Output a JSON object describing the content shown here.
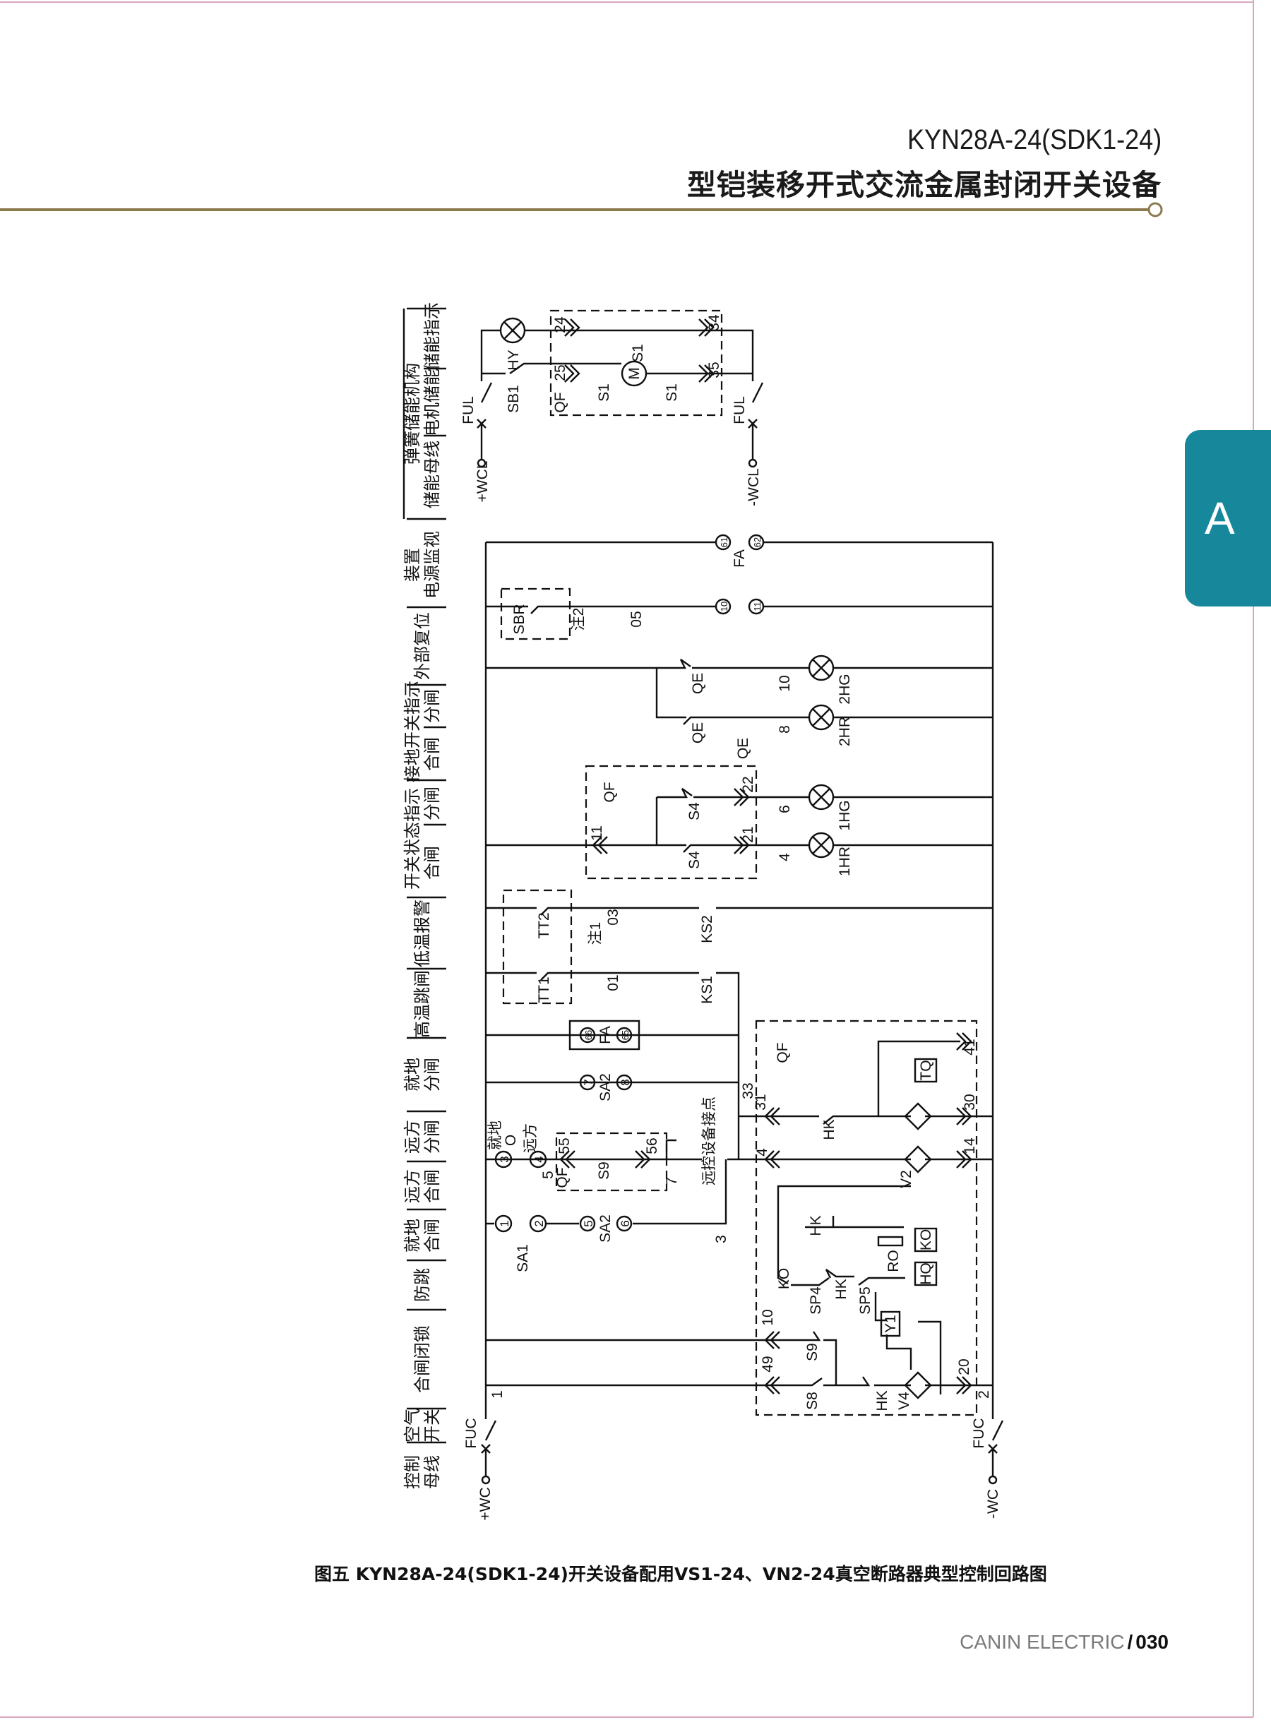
{
  "header": {
    "model": "KYN28A-24(SDK1-24)",
    "title": "型铠装移开式交流金属封闭开关设备"
  },
  "side_tab": {
    "label": "A",
    "color": "#17889b"
  },
  "caption": "图五 KYN28A-24(SDK1-24)开关设备配用VS1-24、VN2-24真空断路器典型控制回路图",
  "footer": {
    "brand": "CANIN ELECTRIC",
    "separator": "/",
    "page": "030"
  },
  "columns": {
    "spring": "弹簧储能机构",
    "spring_bus": "储能母线",
    "motor_charge": "电机储能",
    "charge_indicate": "储能指示",
    "device": "装置",
    "power_monitor": "电源监视",
    "ext_reset": "外部复位",
    "earth_indicate": "接地开关指示",
    "earth_close": "合闸",
    "earth_open": "分闸",
    "sw_indicate": "开关状态指示",
    "sw_close": "合闸",
    "sw_open": "分闸",
    "low_temp": "低温报警",
    "high_temp": "高温跳闸",
    "local_open_1": "就地",
    "local_open_2": "分闸",
    "remote_open_1": "远方",
    "remote_open_2": "分闸",
    "remote_close_1": "远方",
    "remote_close_2": "合闸",
    "local_close_1": "就地",
    "local_close_2": "合闸",
    "anti_pump": "防跳",
    "close_lock": "合闸闭锁",
    "air_switch_1": "空气",
    "air_switch_2": "开关",
    "ctrl_bus_1": "控制",
    "ctrl_bus_2": "母线"
  },
  "labels": {
    "wcl_pos": "+WCL",
    "ful_1": "FUL",
    "sb1": "SB1",
    "hy": "HY",
    "qf_a": "QF",
    "t25": "25",
    "t24": "24",
    "s1_a": "S1",
    "s1_b": "S1",
    "motor": "M",
    "s1_c": "S1",
    "t35": "35",
    "t34": "34",
    "ful_2": "FUL",
    "wcl_neg": "-WCL",
    "c61": "61",
    "c62": "62",
    "fa_a": "FA",
    "sbr": "SBR",
    "note2": "注2",
    "n05": "05",
    "c10": "10",
    "c11": "11",
    "qe_1": "QE",
    "n10": "10",
    "hg2": "2HG",
    "qe_2": "QE",
    "n8": "8",
    "hr2": "2HR",
    "qe_3": "QE",
    "qf_b": "QF",
    "s4_a": "S4",
    "t22": "22",
    "n6": "6",
    "hg1": "1HG",
    "t11": "11",
    "s4_b": "S4",
    "t21": "21",
    "n4": "4",
    "hr1": "1HR",
    "tt2": "TT2",
    "note1": "注1",
    "n03": "03",
    "ks2": "KS2",
    "tt1": "TT1",
    "n01": "01",
    "ks1": "KS1",
    "c66": "66",
    "fa_b": "FA",
    "c65": "65",
    "c7": "7",
    "sa2_a": "SA2",
    "c8": "8",
    "qf_c": "QF",
    "t33": "33",
    "t31": "31",
    "remote_contact": "远控设备接点",
    "tq": "TQ",
    "t41": "41",
    "t30": "30",
    "hk_a": "HK",
    "local": "就地",
    "off": "O",
    "remote": "远方",
    "c3": "3",
    "c4": "4",
    "n5": "5",
    "qf_d": "QF",
    "t55": "55",
    "s9_a": "S9",
    "t56": "56",
    "n7": "7",
    "t4": "4",
    "t14": "14",
    "v2": "V2",
    "c1": "1",
    "c2": "2",
    "sa1": "SA1",
    "c5": "5",
    "sa2_b": "SA2",
    "c6": "6",
    "n3": "3",
    "hk_b": "HK",
    "ro": "RO",
    "ko_a": "KO",
    "hq": "HQ",
    "ko_b": "KO",
    "sp4": "SP4",
    "hk_c": "HK",
    "sp5": "SP5",
    "y1": "Y1",
    "t10": "10",
    "s9_b": "S9",
    "t49": "49",
    "s8": "S8",
    "hk_d": "HK",
    "v4": "V4",
    "t20": "20",
    "n2": "2",
    "n1": "1",
    "fuc_1": "FUC",
    "wc_pos": "+WC",
    "fuc_2": "FUC",
    "wc_neg": "-WC"
  }
}
